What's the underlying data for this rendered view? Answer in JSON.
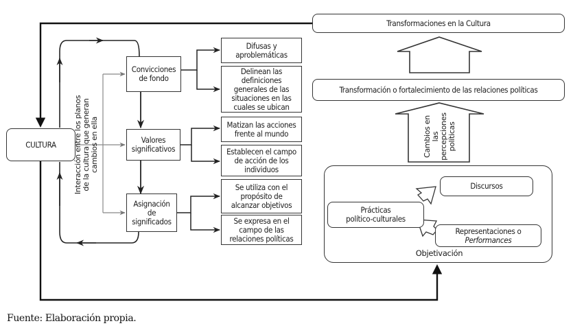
{
  "diagram": {
    "left": {
      "cultura": "CULTURA",
      "interaction_label_line1": "Interacción entre los planos",
      "interaction_label_line2": "de la cultura que generan",
      "interaction_label_line3": "cambios en ella",
      "levels": [
        {
          "label_line1": "Convicciones",
          "label_line2": "de fondo",
          "outcomes": [
            {
              "text": "Difusas y aproblemáticas"
            },
            {
              "text": "Delinean las definiciones generales de las situaciones en las cuales se ubican"
            }
          ]
        },
        {
          "label_line1": "Valores",
          "label_line2": "significativos",
          "outcomes": [
            {
              "text": "Matizan las acciones frente al mundo"
            },
            {
              "text": "Establecen el campo de acción de los individuos"
            }
          ]
        },
        {
          "label_line1": "Asignación",
          "label_line2": "de",
          "label_line3": "significados",
          "outcomes": [
            {
              "text": "Se utiliza con el propósito de alcanzar objetivos"
            },
            {
              "text": "Se expresa en el campo de las relaciones políticas"
            }
          ]
        }
      ]
    },
    "right": {
      "top_box": "Transformaciones en la Cultura",
      "middle_box": "Transformación o fortalecimiento de las relaciones políticas",
      "arrow_label_line1": "Cambios en",
      "arrow_label_line2": "las",
      "arrow_label_line3": "percepciones",
      "arrow_label_line4": "políticas",
      "objectivation": {
        "title": "Objetivación",
        "practices_line1": "Prácticas",
        "practices_line2": "político-culturales",
        "discourses": "Discursos",
        "representations_line1": "Representaciones o",
        "representations_line2": "Performances"
      }
    },
    "caption": "Fuente: Elaboración propia."
  }
}
